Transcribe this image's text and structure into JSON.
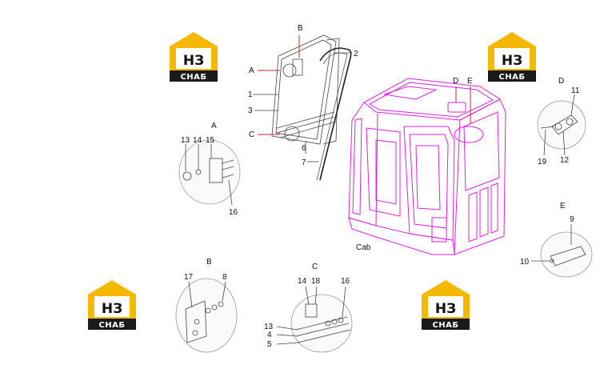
{
  "diagram": {
    "main_caption": "Cab",
    "callouts": {
      "B_top": "B",
      "n2_top": "2",
      "A_left": "A",
      "n1": "1",
      "n3": "3",
      "C_left": "C",
      "n6": "6",
      "n7": "7",
      "D_top": "D",
      "E_top": "E"
    },
    "detail_A": {
      "title": "A",
      "labels": [
        "13",
        "14",
        "15",
        "16"
      ]
    },
    "detail_B": {
      "title": "B",
      "labels": [
        "17",
        "8"
      ]
    },
    "detail_C": {
      "title": "C",
      "labels": [
        "14",
        "18",
        "16",
        "13",
        "4",
        "5"
      ]
    },
    "detail_D": {
      "title": "D",
      "labels": [
        "11",
        "19",
        "12"
      ]
    },
    "detail_E": {
      "title": "E",
      "labels": [
        "9",
        "10"
      ]
    }
  },
  "watermark": {
    "top_text": "НЗ",
    "bottom_text": "СНАБ",
    "brand_color": "#f5b800",
    "dark_color": "#1a1a1a"
  },
  "colors": {
    "cab_outline": "#e020e0",
    "arrow": "#d42020"
  }
}
